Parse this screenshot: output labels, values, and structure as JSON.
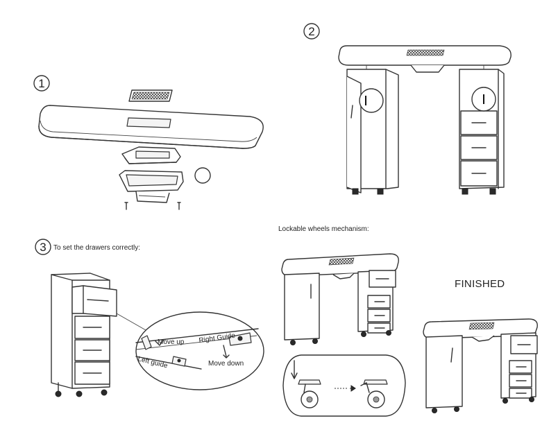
{
  "steps": [
    {
      "number": "1"
    },
    {
      "number": "2"
    },
    {
      "number": "3",
      "caption": "To set the drawers correctly:"
    }
  ],
  "lockable_caption": "Lockable wheels mechanism:",
  "finished_label": "FINISHED",
  "guide_labels": {
    "move_up": "Move up",
    "right_guide": "Right Guide",
    "left_guide": "Left guide",
    "move_down": "Move down"
  }
}
